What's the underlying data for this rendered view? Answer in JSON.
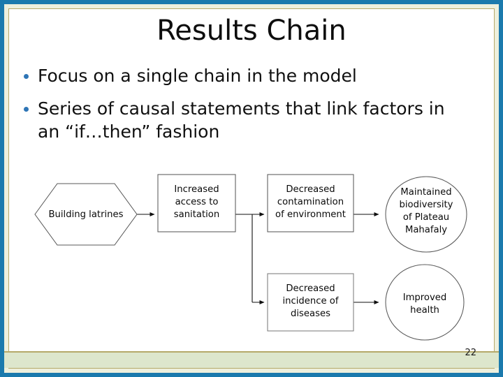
{
  "slide": {
    "title": "Results Chain",
    "page_number": "22",
    "bullets": [
      {
        "text": "Focus on a single chain in the model"
      },
      {
        "text": "Series of causal statements that link factors in an “if…then” fashion"
      }
    ],
    "colors": {
      "outer_border": "#1b7aad",
      "cream_band": "#eef0dd",
      "tan_line": "#b5a969",
      "green_band": "#dde6cc",
      "bullet_dot": "#2e75b6",
      "shape_stroke": "#595959",
      "connector": "#0f0f0f",
      "background": "#ffffff"
    }
  },
  "diagram": {
    "type": "flowchart",
    "nodes": [
      {
        "id": "building-latrines",
        "shape": "hexagon",
        "lines": [
          "Building latrines"
        ]
      },
      {
        "id": "increased-access",
        "shape": "rectangle",
        "lines": [
          "Increased",
          "access to",
          "sanitation"
        ]
      },
      {
        "id": "decreased-contam",
        "shape": "rectangle",
        "lines": [
          "Decreased",
          "contamination",
          "of environment"
        ]
      },
      {
        "id": "maintained-biodiv",
        "shape": "ellipse",
        "lines": [
          "Maintained",
          "biodiversity",
          "of Plateau",
          "Mahafaly"
        ]
      },
      {
        "id": "decreased-incidence",
        "shape": "rectangle",
        "lines": [
          "Decreased",
          "incidence of",
          "diseases"
        ]
      },
      {
        "id": "improved-health",
        "shape": "ellipse",
        "lines": [
          "Improved",
          "health"
        ]
      }
    ],
    "edges": [
      {
        "from": "building-latrines",
        "to": "increased-access"
      },
      {
        "from": "increased-access",
        "to": "decreased-contam"
      },
      {
        "from": "decreased-contam",
        "to": "maintained-biodiv"
      },
      {
        "from": "increased-access",
        "to": "decreased-incidence"
      },
      {
        "from": "decreased-incidence",
        "to": "improved-health"
      }
    ]
  }
}
